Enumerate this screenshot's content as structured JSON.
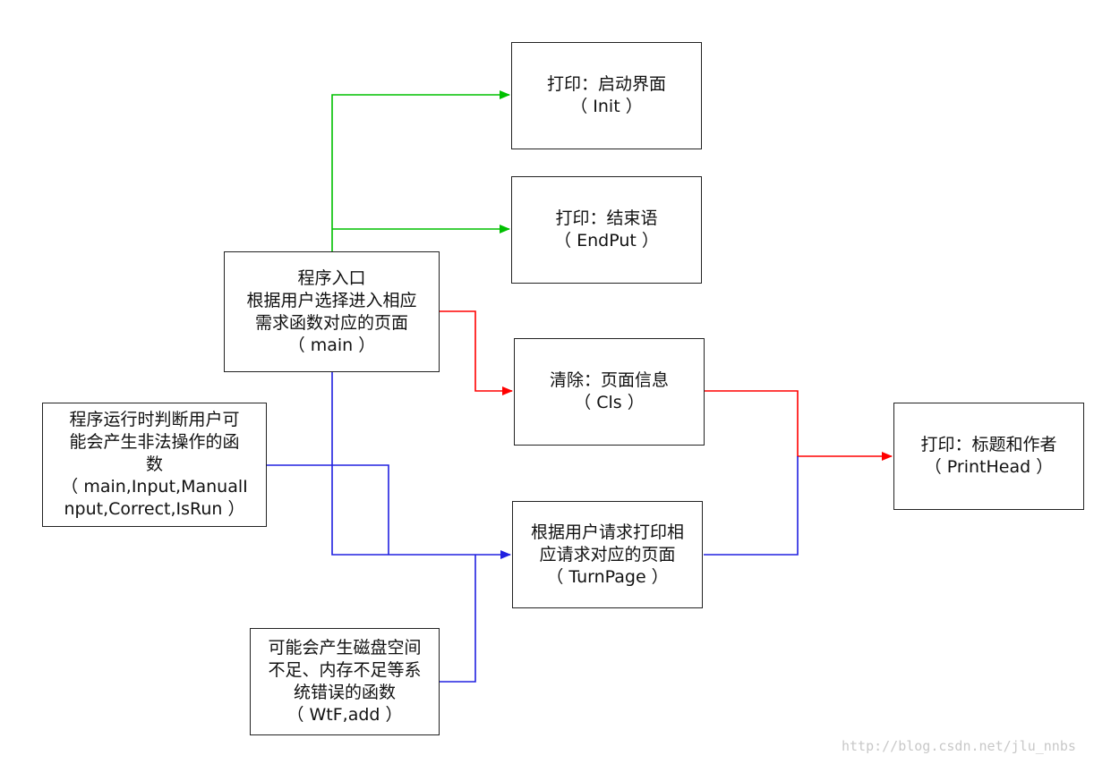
{
  "nodes": {
    "init": {
      "lines": [
        "打印：启动界面",
        "（ Init ）"
      ]
    },
    "endput": {
      "lines": [
        "打印：结束语",
        "（ EndPut ）"
      ]
    },
    "main": {
      "lines": [
        "程序入口",
        "根据用户选择进入相应",
        "需求函数对应的页面",
        "（ main ）"
      ]
    },
    "cls": {
      "lines": [
        "清除：页面信息",
        "（ Cls ）"
      ]
    },
    "printhead": {
      "lines": [
        "打印：标题和作者",
        "（ PrintHead ）"
      ]
    },
    "illegal": {
      "lines": [
        "程序运行时判断用户可",
        "能会产生非法操作的函",
        "数",
        "（ main,Input,ManualI",
        "nput,Correct,IsRun ）"
      ]
    },
    "turnpage": {
      "lines": [
        "根据用户请求打印相",
        "应请求对应的页面",
        "（ TurnPage ）"
      ]
    },
    "syserr": {
      "lines": [
        "可能会产生磁盘空间",
        "不足、内存不足等系",
        "统错误的函数",
        "（ WtF,add ）"
      ]
    }
  },
  "colors": {
    "green": "#00c000",
    "red": "#ff0000",
    "blue": "#2020e0",
    "border": "#222222"
  },
  "watermark": "http://blog.csdn.net/jlu_nnbs"
}
